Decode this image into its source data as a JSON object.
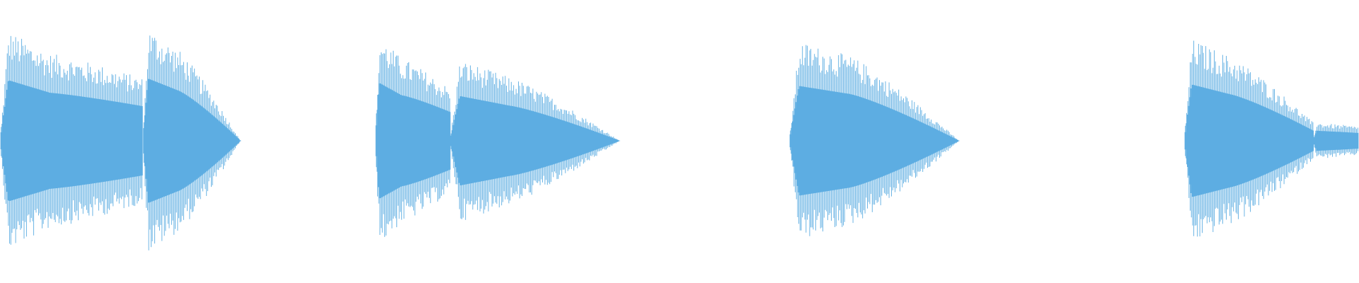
{
  "waveform": {
    "color": "#5dade2",
    "background": "#ffffff",
    "clips": [
      {
        "segments": [
          {
            "duration": 0.105,
            "peak": 0.84,
            "sustain": 0.55,
            "end": 0.48
          },
          {
            "duration": 0.072,
            "peak": 0.86,
            "sustain": 0.6,
            "end": 0.0
          }
        ]
      },
      {
        "segments": [
          {
            "duration": 0.055,
            "peak": 0.8,
            "sustain": 0.52,
            "end": 0.4
          },
          {
            "duration": 0.125,
            "peak": 0.62,
            "sustain": 0.4,
            "end": 0.0
          }
        ]
      },
      {
        "segments": [
          {
            "duration": 0.125,
            "peak": 0.76,
            "sustain": 0.58,
            "end": 0.0
          }
        ]
      },
      {
        "segments": [
          {
            "duration": 0.095,
            "peak": 0.78,
            "sustain": 0.56,
            "end": 0.14
          },
          {
            "duration": 0.04,
            "peak": 0.14,
            "sustain": 0.12,
            "end": 0.1
          }
        ]
      }
    ]
  }
}
